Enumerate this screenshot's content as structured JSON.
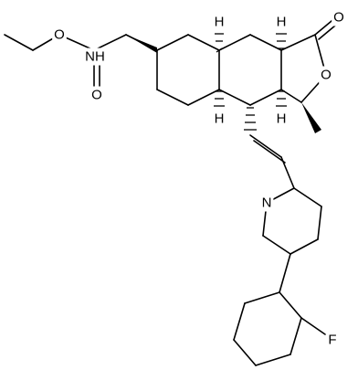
{
  "molecule": {
    "atom_labels": {
      "nh": "NH",
      "o_carbamate_ester": "O",
      "o_carbamate_carbonyl": "O",
      "o_lactone_carbonyl": "O",
      "o_lactone_ring": "O",
      "n_pyridine": "N",
      "h_8a": "H",
      "h_4a": "H",
      "h_3a": "H",
      "h_9a": "H",
      "fluorine": "F"
    }
  }
}
